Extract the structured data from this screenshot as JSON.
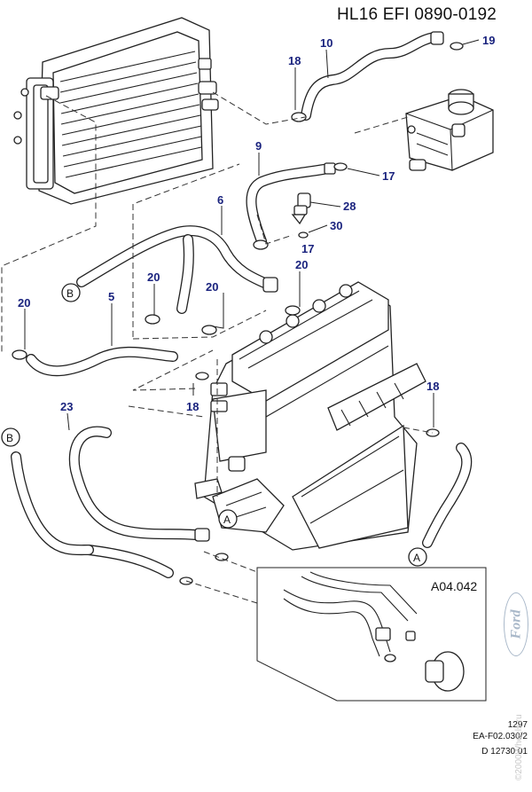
{
  "header": {
    "title": "HL16 EFI 0890-0192"
  },
  "inset": {
    "label": "A04.042"
  },
  "footer": {
    "line1": "1297",
    "line2": "EA-F02.030/2",
    "line3": "D 12730 01"
  },
  "watermark": {
    "text": "©2000Wheels.ru"
  },
  "brand": {
    "logo_text": "Ford",
    "logo_color": "#a9b8c9"
  },
  "callouts": [
    {
      "id": "c10",
      "label": "10"
    },
    {
      "id": "c19",
      "label": "19"
    },
    {
      "id": "c18a",
      "label": "18"
    },
    {
      "id": "c9",
      "label": "9"
    },
    {
      "id": "c17a",
      "label": "17"
    },
    {
      "id": "c6",
      "label": "6"
    },
    {
      "id": "c28",
      "label": "28"
    },
    {
      "id": "c30",
      "label": "30"
    },
    {
      "id": "c17b",
      "label": "17"
    },
    {
      "id": "c20a",
      "label": "20"
    },
    {
      "id": "c20b",
      "label": "20"
    },
    {
      "id": "c20c",
      "label": "20"
    },
    {
      "id": "c5",
      "label": "5"
    },
    {
      "id": "c20d",
      "label": "20"
    },
    {
      "id": "c18b",
      "label": "18"
    },
    {
      "id": "c18c",
      "label": "18"
    },
    {
      "id": "c23",
      "label": "23"
    }
  ],
  "connectors": [
    {
      "id": "B1",
      "label": "B"
    },
    {
      "id": "B2",
      "label": "B"
    },
    {
      "id": "A1",
      "label": "A"
    },
    {
      "id": "A2",
      "label": "A"
    }
  ],
  "colors": {
    "callout": "#1a237e",
    "line": "#222222"
  }
}
